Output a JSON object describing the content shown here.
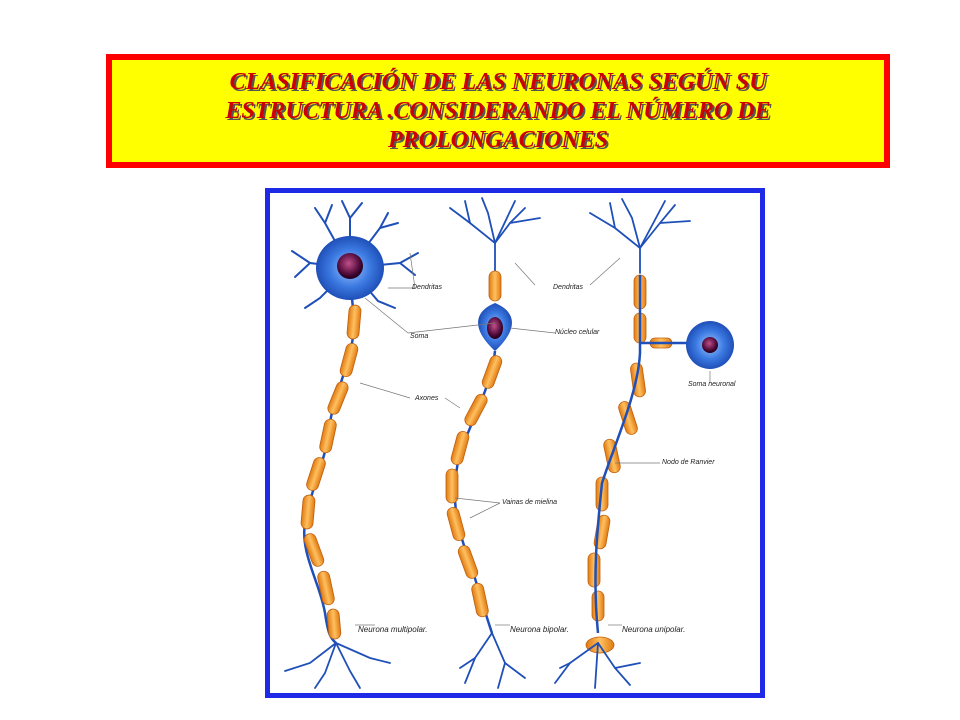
{
  "title": {
    "line1": "CLASIFICACIÓN DE LAS NEURONAS SEGÚN SU",
    "line2": "ESTRUCTURA .CONSIDERANDO EL NÚMERO DE",
    "line3": "PROLONGACIONES"
  },
  "labels": {
    "dendritas_left": "Dendritas",
    "dendritas_right": "Dendritas",
    "soma": "Soma",
    "nucleo": "Núcleo celular",
    "soma_neuronal": "Soma neuronal",
    "axones": "Axones",
    "nodo": "Nodo de Ranvier",
    "vainas": "Vainas de mielina",
    "multipolar": "Neurona multipolar.",
    "bipolar": "Neurona bipolar.",
    "unipolar": "Neurona unipolar."
  },
  "colors": {
    "title_border": "#ff0000",
    "title_background": "#ffff00",
    "title_text": "#cc0000",
    "frame_border": "#1e2ae6",
    "myelin": "#f5a623",
    "cell_body": "#3a78e0",
    "nucleus": "#5a1040"
  }
}
